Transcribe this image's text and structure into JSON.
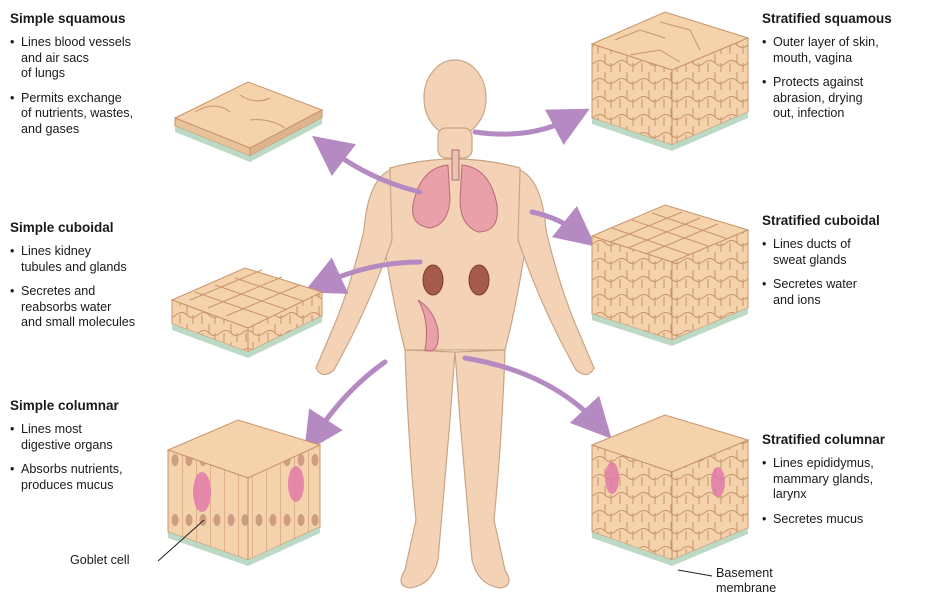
{
  "tissues": [
    {
      "id": "simple-squamous",
      "title": "Simple squamous",
      "bullets": [
        "Lines blood vessels\nand air sacs\nof lungs",
        "Permits exchange\nof nutrients, wastes,\nand gases"
      ]
    },
    {
      "id": "simple-cuboidal",
      "title": "Simple cuboidal",
      "bullets": [
        "Lines kidney\ntubules and glands",
        "Secretes and\nreabsorbs water\nand small molecules"
      ]
    },
    {
      "id": "simple-columnar",
      "title": "Simple columnar",
      "bullets": [
        "Lines most\ndigestive organs",
        "Absorbs nutrients,\nproduces mucus"
      ]
    },
    {
      "id": "stratified-squamous",
      "title": "Stratified squamous",
      "bullets": [
        "Outer layer of skin,\nmouth, vagina",
        "Protects against\nabrasion, drying\nout, infection"
      ]
    },
    {
      "id": "stratified-cuboidal",
      "title": "Stratified cuboidal",
      "bullets": [
        "Lines ducts of\nsweat glands",
        "Secretes water\nand ions"
      ]
    },
    {
      "id": "stratified-columnar",
      "title": "Stratified columnar",
      "bullets": [
        "Lines epididymus,\nmammary glands,\nlarynx",
        "Secretes mucus"
      ]
    }
  ],
  "labels": {
    "goblet_cell": "Goblet  cell",
    "basement_membrane": "Basement\nmembrane"
  },
  "colors": {
    "tissue": "#f3d2ac",
    "tissue_line": "#c9946a",
    "skin": "#f4d2b6",
    "skin_outline": "#c9a585",
    "arrow": "#b58ac2",
    "lungs": "#eaa0a8",
    "kidney": "#a65a4a",
    "basement": "#bcd9c5",
    "goblet": "#e07aa8"
  }
}
